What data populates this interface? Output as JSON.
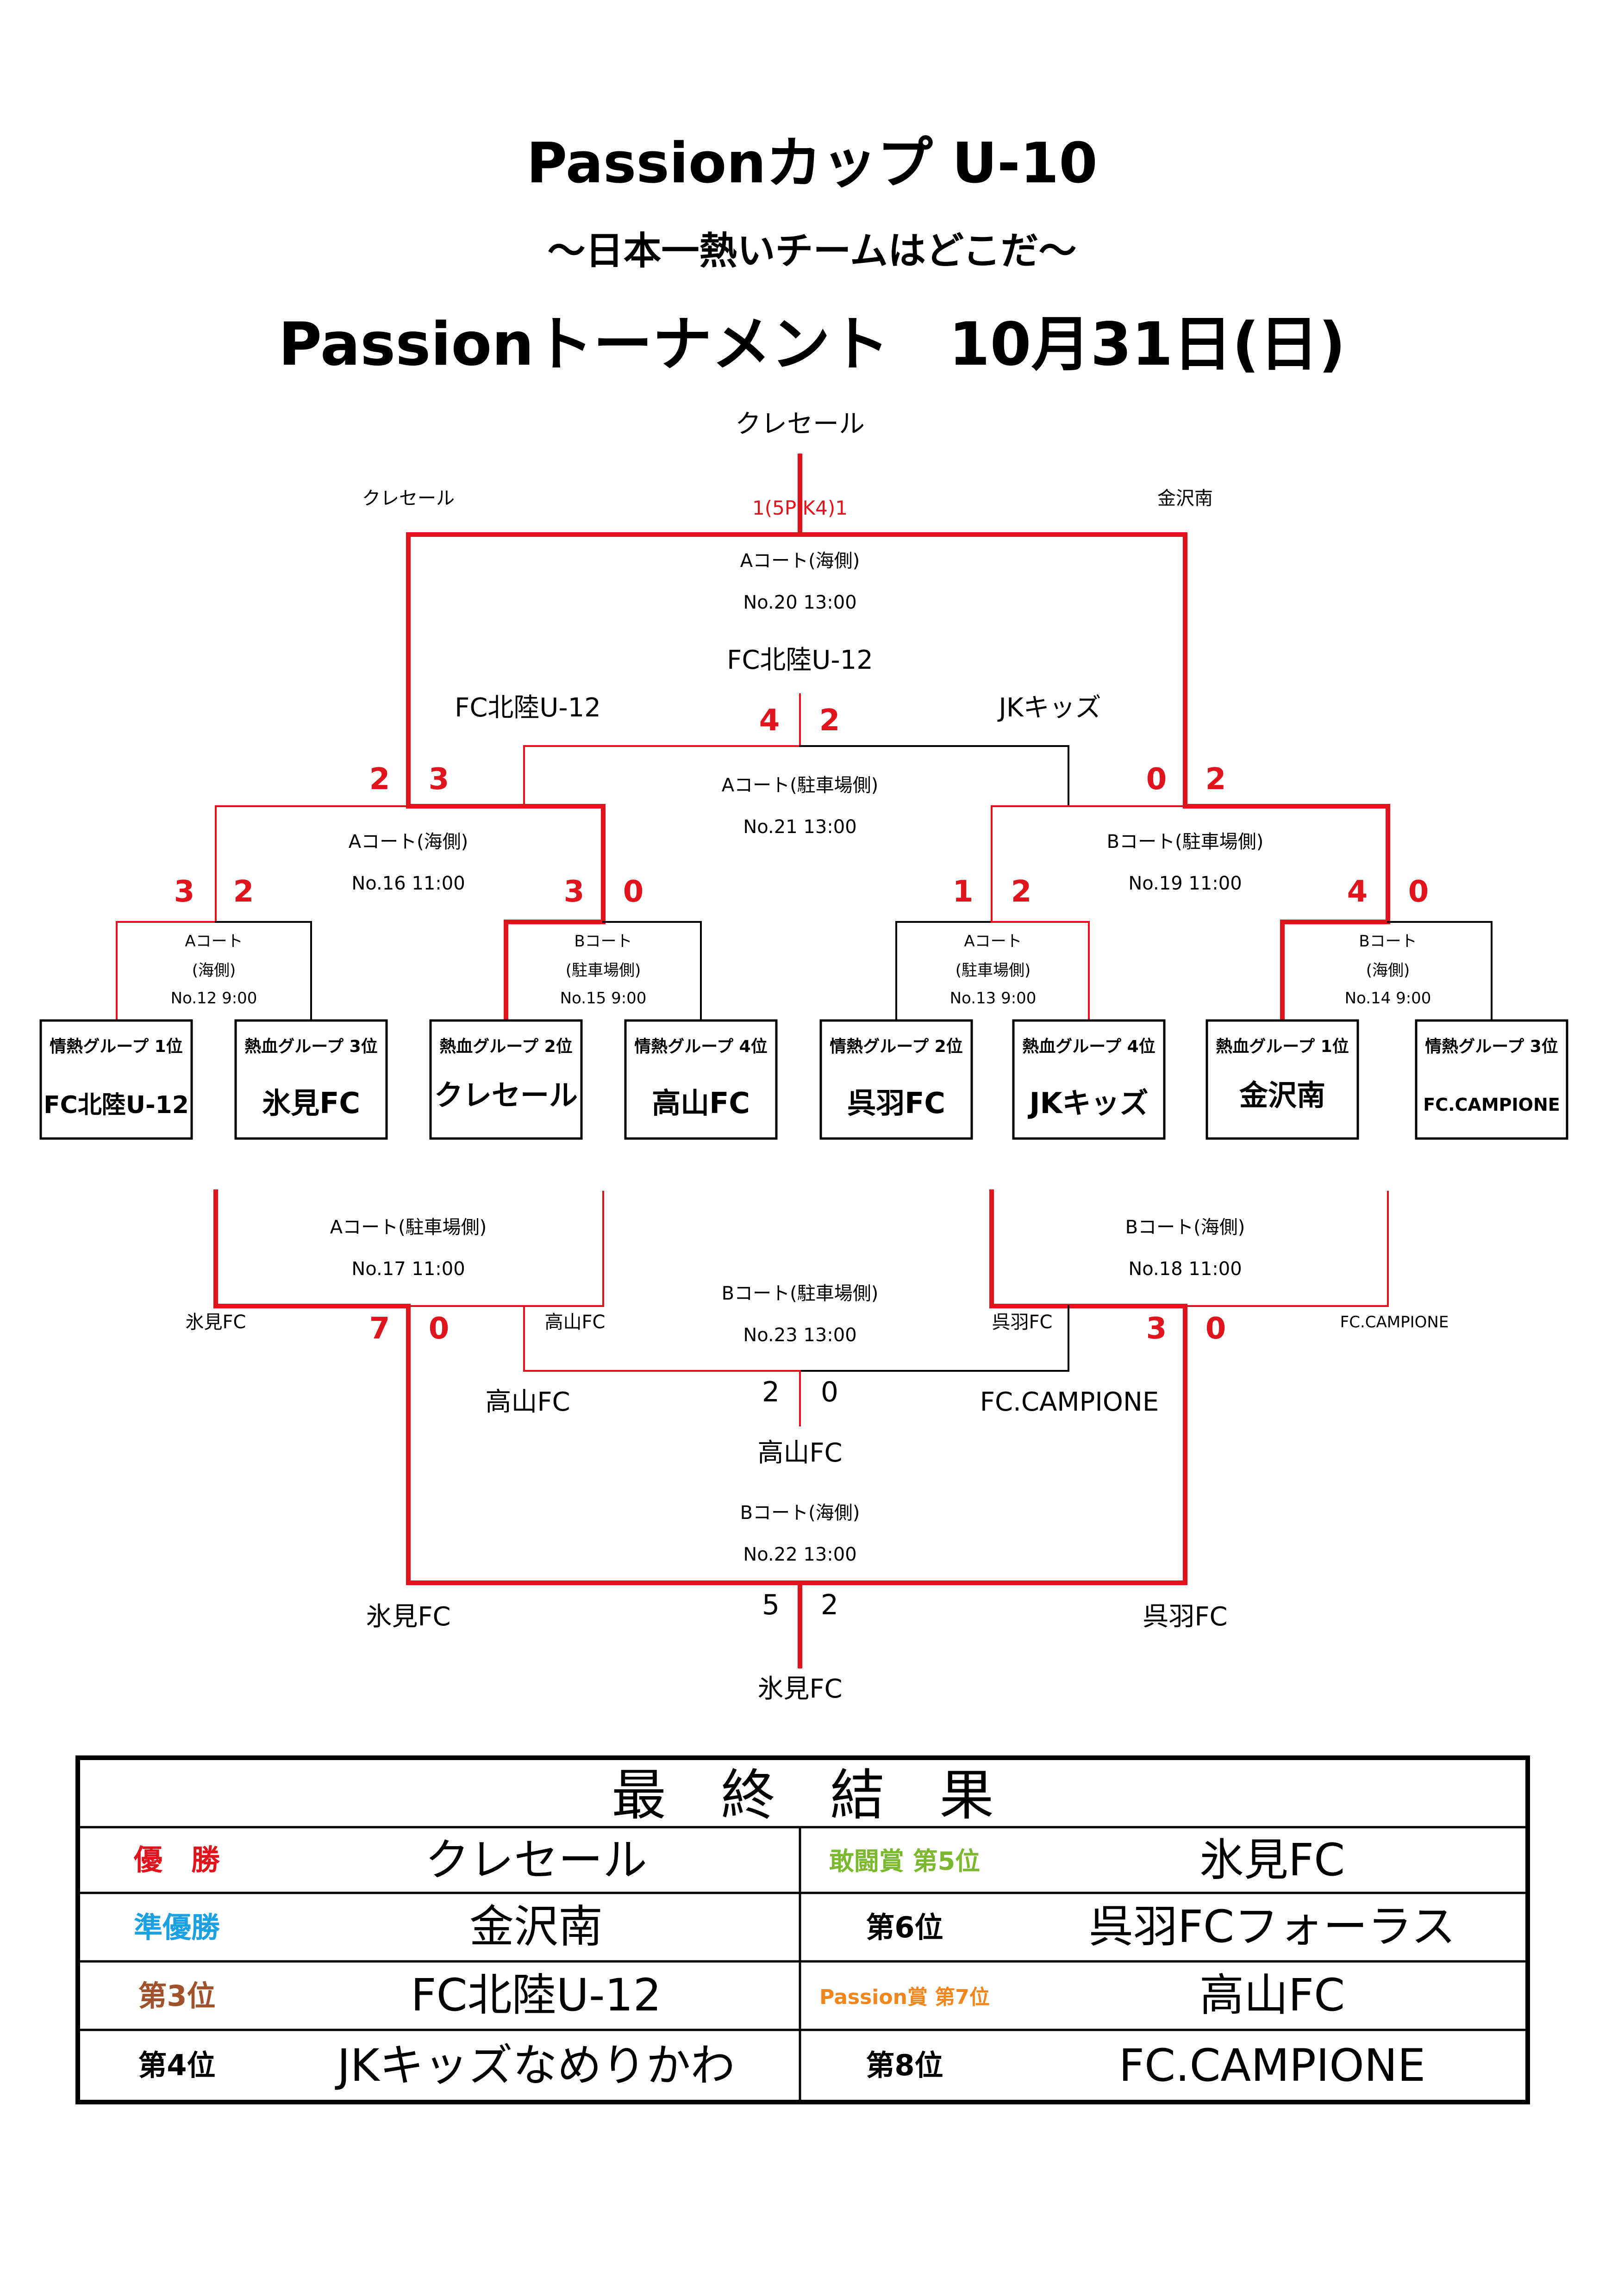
{
  "header": {
    "title": "Passionカップ U-10",
    "subtitle": "～日本一熱いチームはどこだ～",
    "event": "Passionトーナメント　10月31日(日)"
  },
  "bracket": {
    "champion": "クレセール",
    "final": {
      "left": "クレセール",
      "right": "金沢南",
      "score": "1(5P K4)1",
      "court": "Aコート(海側)",
      "match": "No.20 13:00"
    },
    "semi_upper": {
      "winner": "FC北陸U-12",
      "left": "FC北陸U-12",
      "right": "JKキッズ",
      "score_left": "4",
      "score_right": "2",
      "court": "Aコート(駐車場側)",
      "match": "No.21 13:00"
    },
    "sf_left": {
      "score_left": "2",
      "score_right": "3",
      "court": "Aコート(海側)",
      "match": "No.16 11:00"
    },
    "sf_right": {
      "score_left": "0",
      "score_right": "2",
      "court": "Bコート(駐車場側)",
      "match": "No.19 11:00"
    },
    "r1": [
      {
        "score_left": "3",
        "score_right": "2",
        "court_a": "Aコート",
        "court_b": "(海側)",
        "match": "No.12 9:00"
      },
      {
        "score_left": "3",
        "score_right": "0",
        "court_a": "Bコート",
        "court_b": "(駐車場側)",
        "match": "No.15 9:00"
      },
      {
        "score_left": "1",
        "score_right": "2",
        "court_a": "Aコート",
        "court_b": "(駐車場側)",
        "match": "No.13 9:00"
      },
      {
        "score_left": "4",
        "score_right": "0",
        "court_a": "Bコート",
        "court_b": "(海側)",
        "match": "No.14 9:00"
      }
    ],
    "teams": [
      {
        "group": "情熱グループ 1位",
        "name": "FC北陸U-12"
      },
      {
        "group": "熱血グループ 3位",
        "name": "氷見FC"
      },
      {
        "group": "熱血グループ 2位",
        "name": "クレセール"
      },
      {
        "group": "情熱グループ 4位",
        "name": "高山FC"
      },
      {
        "group": "情熱グループ 2位",
        "name": "呉羽FC"
      },
      {
        "group": "熱血グループ 4位",
        "name": "JKキッズ"
      },
      {
        "group": "熱血グループ 1位",
        "name": "金沢南"
      },
      {
        "group": "情熱グループ 3位",
        "name": "FC.CAMPIONE"
      }
    ],
    "cons_left": {
      "court": "Aコート(駐車場側)",
      "match": "No.17 11:00",
      "left": "氷見FC",
      "right": "高山FC",
      "score_left": "7",
      "score_right": "0"
    },
    "cons_right": {
      "court": "Bコート(海側)",
      "match": "No.18 11:00",
      "left": "呉羽FC",
      "right": "FC.CAMPIONE",
      "score_left": "3",
      "score_right": "0"
    },
    "match23": {
      "court": "Bコート(駐車場側)",
      "match": "No.23 13:00",
      "left": "高山FC",
      "right": "FC.CAMPIONE",
      "score_left": "2",
      "score_right": "0",
      "winner": "高山FC"
    },
    "match22": {
      "court": "Bコート(海側)",
      "match": "No.22 13:00",
      "left": "氷見FC",
      "right": "呉羽FC",
      "score_left": "5",
      "score_right": "2",
      "winner": "氷見FC"
    }
  },
  "results": {
    "title": "最　終　結　果",
    "rows": [
      {
        "left_rank": "優　勝",
        "left_team": "クレセール",
        "right_rank": "敢闘賞 第5位",
        "right_team": "氷見FC"
      },
      {
        "left_rank": "準優勝",
        "left_team": "金沢南",
        "right_rank": "第6位",
        "right_team": "呉羽FCフォーラス"
      },
      {
        "left_rank": "第3位",
        "left_team": "FC北陸U-12",
        "right_rank": "Passion賞 第7位",
        "right_team": "高山FC"
      },
      {
        "left_rank": "第4位",
        "left_team": "JKキッズなめりかわ",
        "right_rank": "第8位",
        "right_team": "FC.CAMPIONE"
      }
    ]
  },
  "colors": {
    "red": "#e0141c",
    "cyan": "#1ba1e2",
    "brown": "#a0522d",
    "orange": "#f0861c",
    "green": "#7cb82f"
  }
}
